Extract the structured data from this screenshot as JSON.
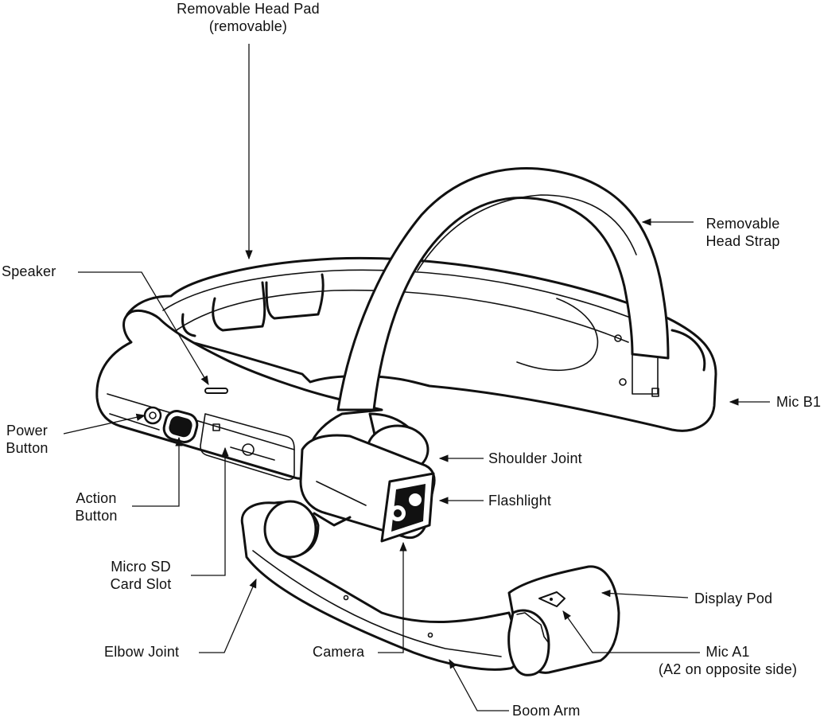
{
  "labels": {
    "head_pad": [
      "Removable Head Pad",
      "(removable)"
    ],
    "head_strap": [
      "Removable",
      "Head Strap"
    ],
    "speaker": "Speaker",
    "power_button": [
      "Power",
      "Button"
    ],
    "mic_b1": "Mic B1",
    "shoulder_joint": "Shoulder Joint",
    "flashlight": "Flashlight",
    "action_button": [
      "Action",
      "Button"
    ],
    "micro_sd": [
      "Micro SD",
      "Card Slot"
    ],
    "display_pod": "Display Pod",
    "elbow_joint": "Elbow Joint",
    "camera": "Camera",
    "mic_a1": [
      "Mic A1",
      "(A2 on opposite side)"
    ],
    "boom_arm": "Boom Arm"
  },
  "colors": {
    "ink": "#111111",
    "background": "#ffffff"
  }
}
